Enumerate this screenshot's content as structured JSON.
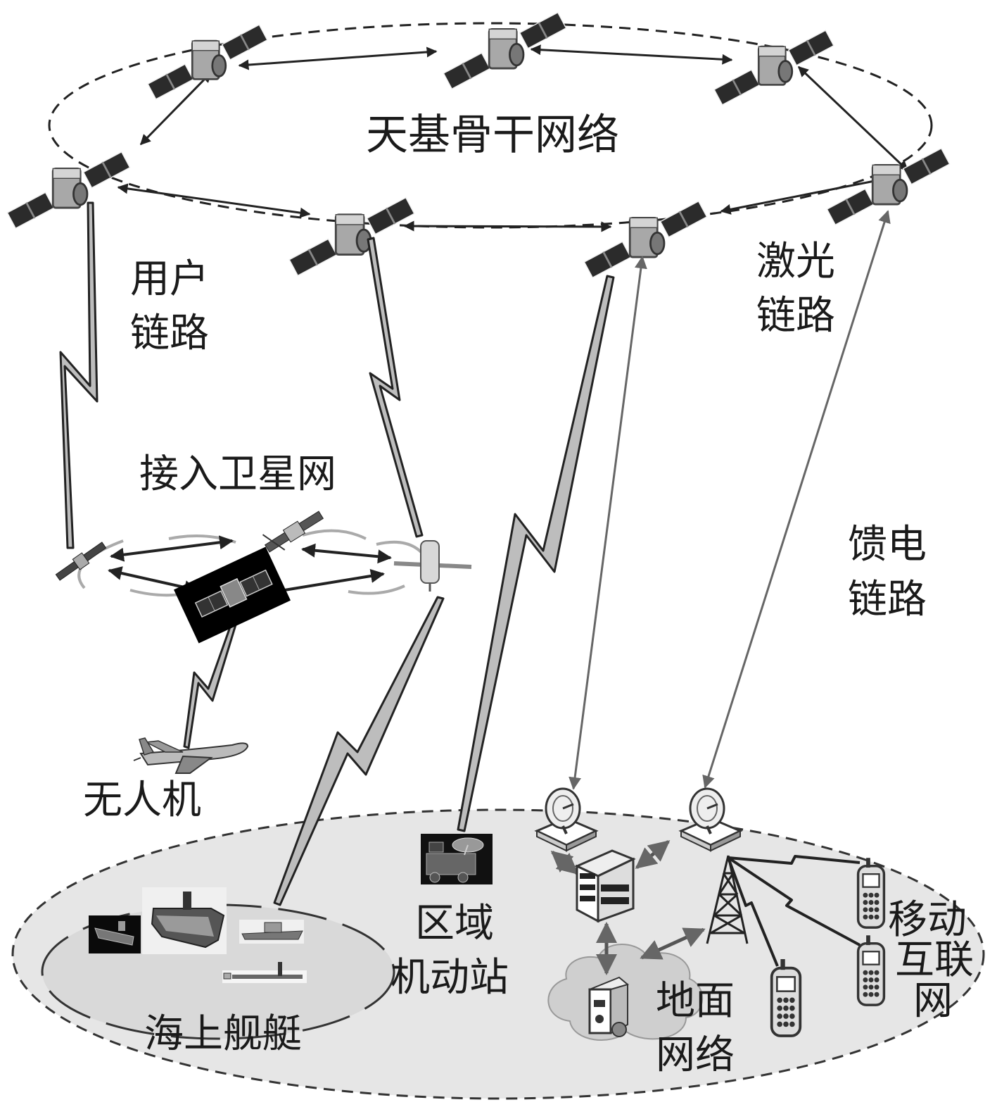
{
  "labels": {
    "backbone": "天基骨干网络",
    "user_link_1": "用户",
    "user_link_2": "链路",
    "laser_link_1": "激光",
    "laser_link_2": "链路",
    "access_network": "接入卫星网",
    "feeder_link_1": "馈电",
    "feeder_link_2": "链路",
    "uav": "无人机",
    "ships": "海上舰艇",
    "mobile_station_1": "区域",
    "mobile_station_2": "机动站",
    "ground_network_1": "地面",
    "ground_network_2": "网络",
    "mobile_internet_1": "移动",
    "mobile_internet_2": "互联",
    "mobile_internet_3": "网"
  }
}
